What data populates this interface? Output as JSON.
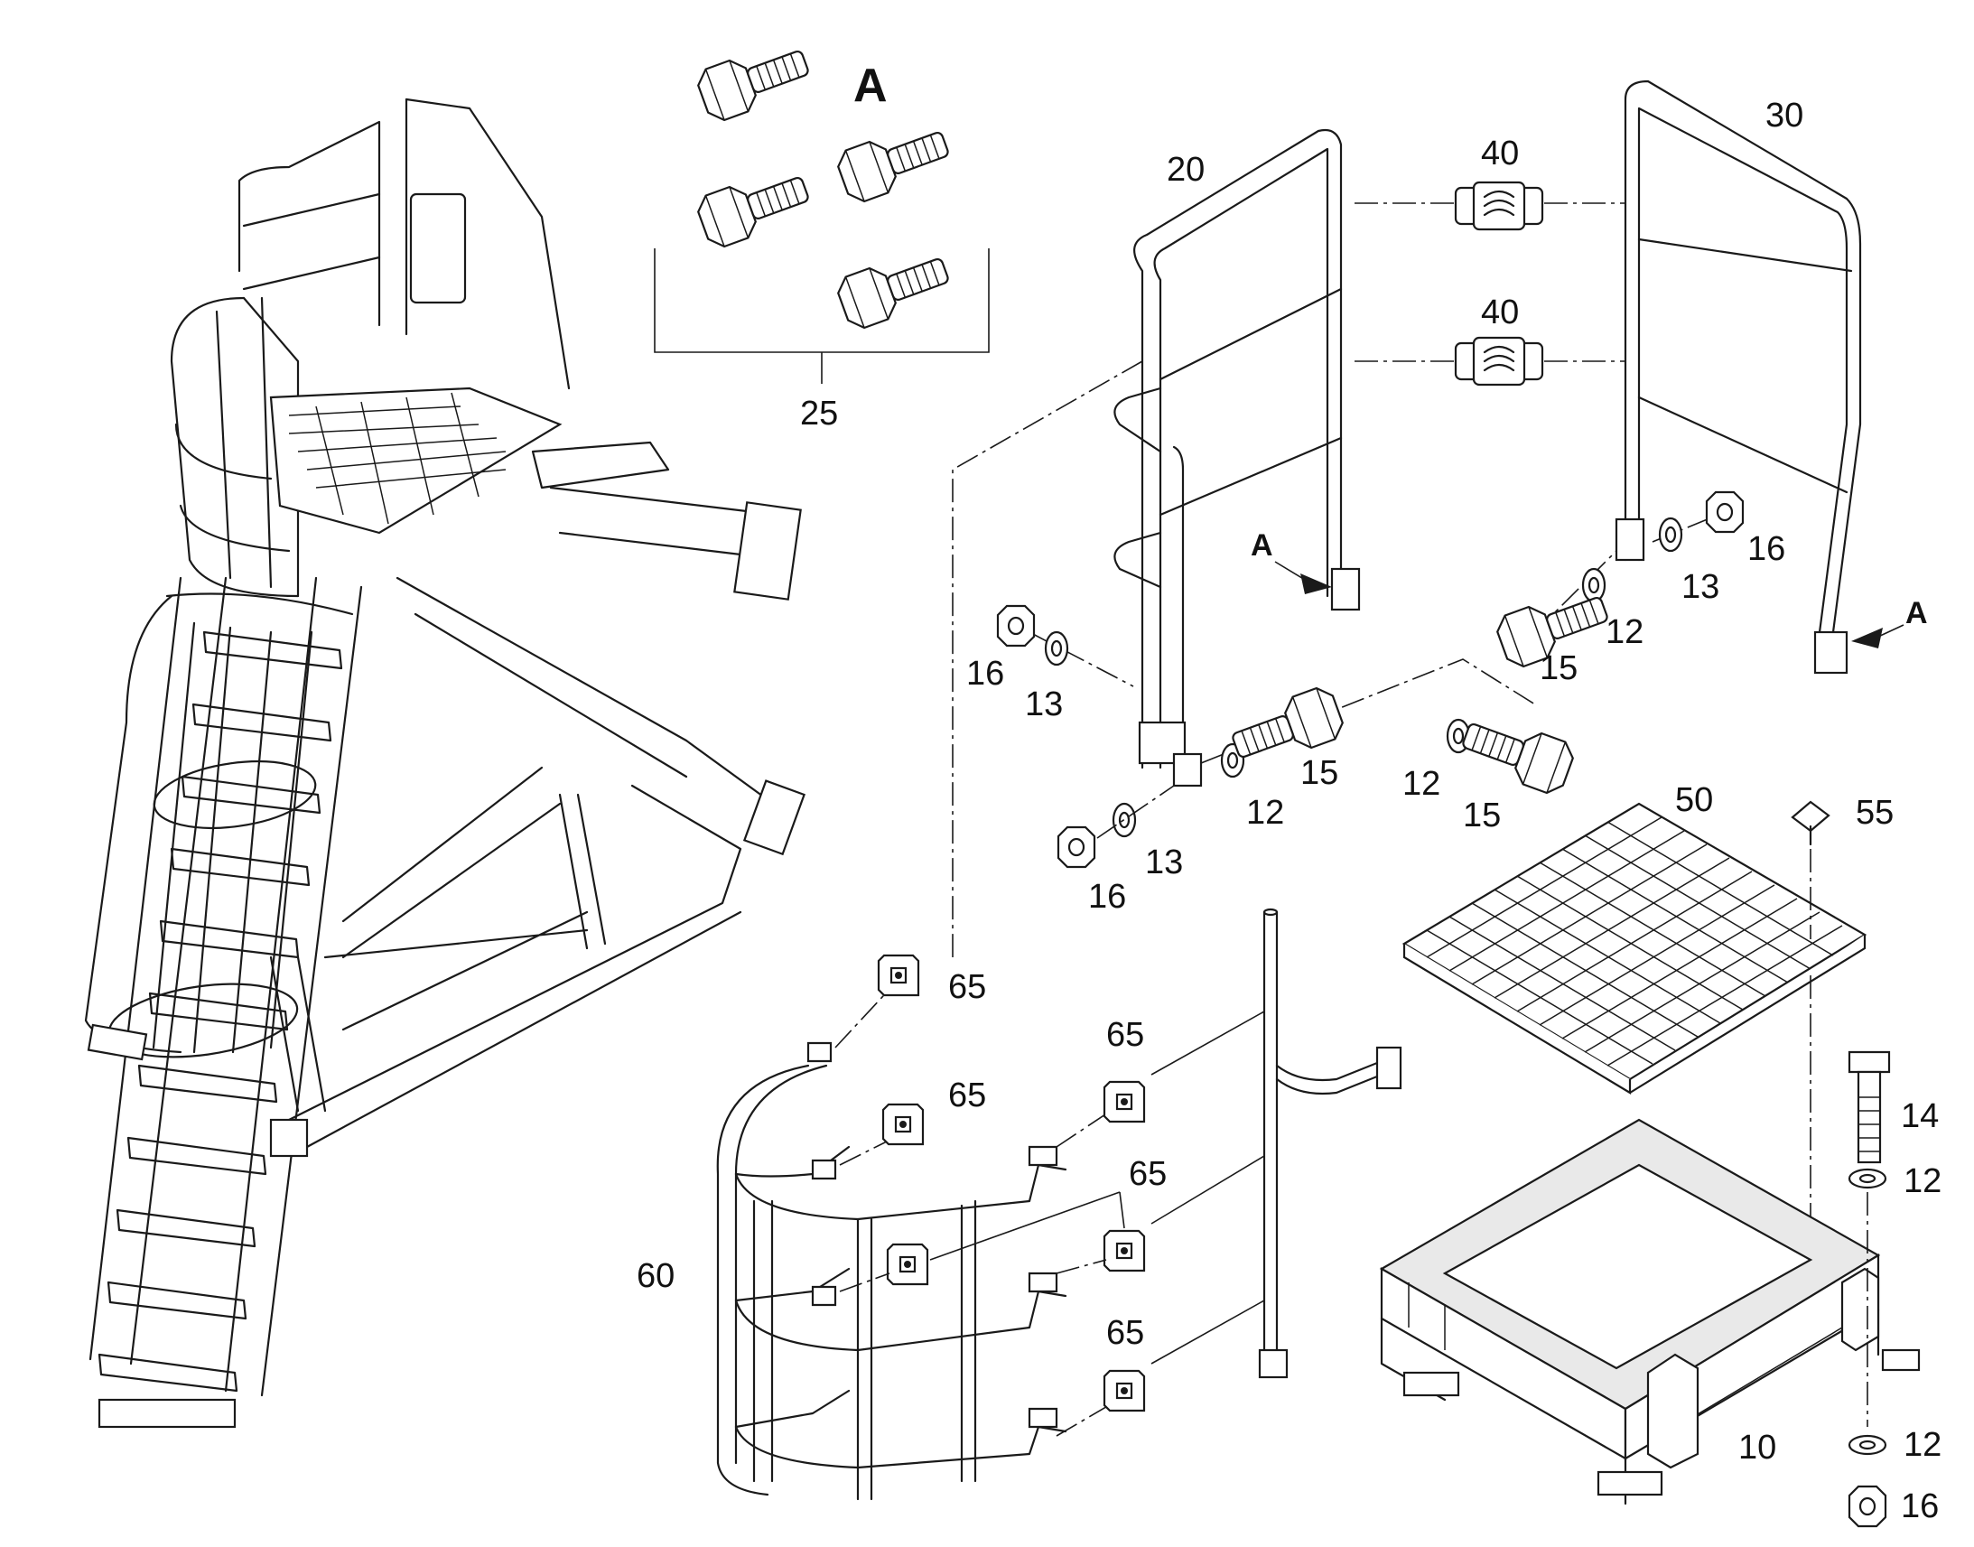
{
  "detail_label": "A",
  "bolt_kit": {
    "label": "A",
    "callout": "25"
  },
  "parts": {
    "rail_left": "20",
    "rail_right": "30",
    "clamp_upper": "40",
    "clamp_lower": "40",
    "grating": "50",
    "grating_clip": "55",
    "cage": "60",
    "frame": "10",
    "pole": ""
  },
  "hardware": {
    "bolt_14": "14",
    "washer_12_a": "12",
    "washer_12_b": "12",
    "washer_12_c": "12",
    "washer_12_d": "12",
    "washer_12_e": "12",
    "washer_13_a": "13",
    "washer_13_b": "13",
    "washer_13_c": "13",
    "bolt_15_a": "15",
    "bolt_15_b": "15",
    "bolt_15_c": "15",
    "nut_16_a": "16",
    "nut_16_b": "16",
    "nut_16_c": "16",
    "nut_16_d": "16"
  },
  "cage_clips": [
    "65",
    "65",
    "65",
    "65",
    "65"
  ],
  "arrow_refs": {
    "left_rail": "A",
    "right_rail": "A"
  },
  "colors": {
    "line": "#1a1a1a",
    "paper": "#ffffff",
    "fill_grey": "#e9e9e9"
  }
}
